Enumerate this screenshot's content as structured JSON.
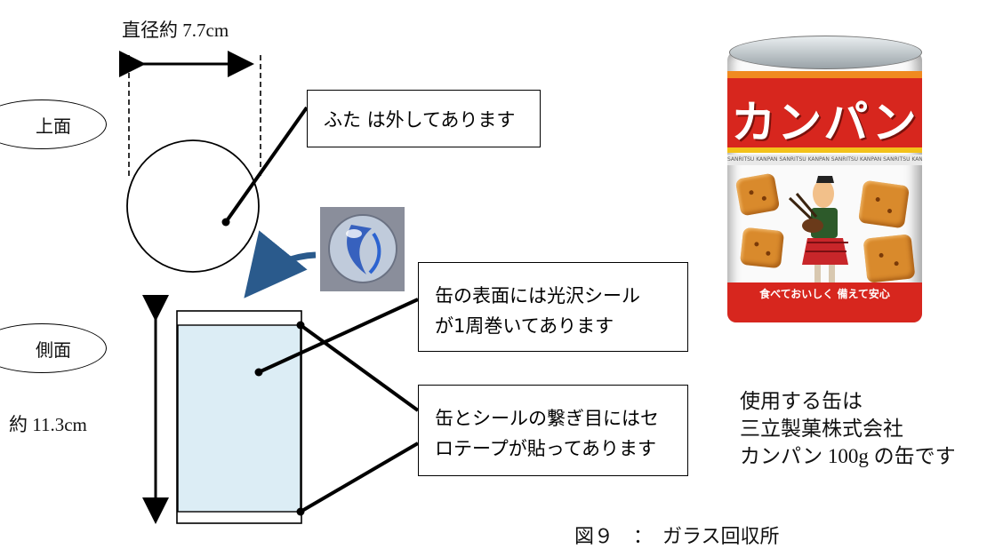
{
  "diameter_label": "直径約 7.7cm",
  "top_view_label": "上面",
  "side_view_label": "側面",
  "height_label": "約 11.3cm",
  "lid_note": "ふた は外してあります",
  "surface_note": [
    "缶の表面には光沢シール",
    "が1周巻いてあります"
  ],
  "seam_note": [
    "缶とシールの繋ぎ目にはセ",
    "ロテープが貼ってあります"
  ],
  "can_info": [
    "使用する缶は",
    "三立製菓株式会社",
    "カンパン 100g の缶です"
  ],
  "caption": "図９　：　ガラス回収所",
  "product": {
    "brand": "カンパン",
    "ribbon_text": "SANRITSU KANPAN SANRITSU KANPAN SANRITSU KANPAN SANRITSU KANPAN",
    "slogan": "食べておいしく 備えて安心"
  },
  "colors": {
    "side_fill": "#dcedf5",
    "arrow_blue": "#2a5a8c",
    "can_red": "#d7261e"
  }
}
